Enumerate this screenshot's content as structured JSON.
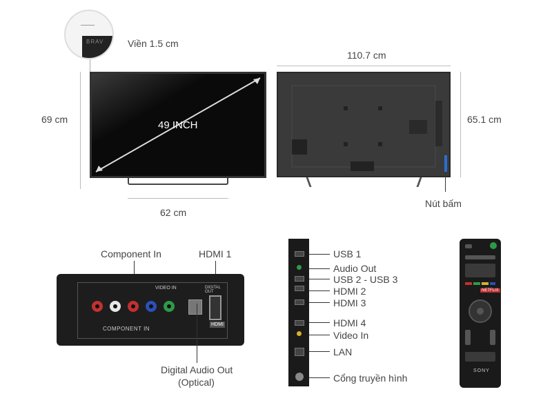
{
  "dimensions": {
    "bezel": "Viền 1.5 cm",
    "front_height": "69 cm",
    "diagonal": "49 INCH",
    "stand_width": "62 cm",
    "back_width": "110.7 cm",
    "back_height": "65.1 cm",
    "button": "Nút bấm"
  },
  "zoom_brand": "BRAV",
  "rear_panel": {
    "component_label": "Component In",
    "hdmi1_label": "HDMI 1",
    "optical_line1": "Digital Audio Out",
    "optical_line2": "(Optical)",
    "panel_caption": "COMPONENT IN",
    "video_in": "VIDEO IN",
    "digital_out": "DIGITAL OUT",
    "hdmi_badge": "HDMI"
  },
  "side_ports": [
    "USB 1",
    "Audio Out",
    "USB 2 - USB 3",
    "HDMI 2",
    "HDMI 3",
    "HDMI 4",
    "Video In",
    "LAN",
    "Cổng truyền hình"
  ],
  "remote": {
    "netflix": "NETFLIX",
    "brand": "SONY"
  }
}
